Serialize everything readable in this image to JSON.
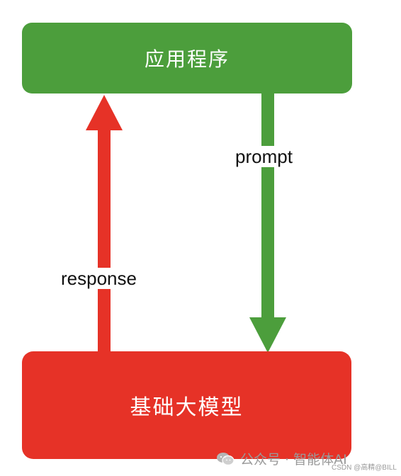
{
  "nodes": {
    "app": {
      "label": "应用程序",
      "color": "#4c9e3c"
    },
    "model": {
      "label": "基础大模型",
      "color": "#e63227"
    }
  },
  "edges": {
    "prompt": {
      "label": "prompt",
      "from": "应用程序",
      "to": "基础大模型",
      "color": "#4c9e3c"
    },
    "response": {
      "label": "response",
      "from": "基础大模型",
      "to": "应用程序",
      "color": "#e63227"
    }
  },
  "watermark": {
    "text": "公众号 · 智能体AI",
    "icon": "wechat-icon"
  },
  "credit": "CSDN @高精@BILL"
}
